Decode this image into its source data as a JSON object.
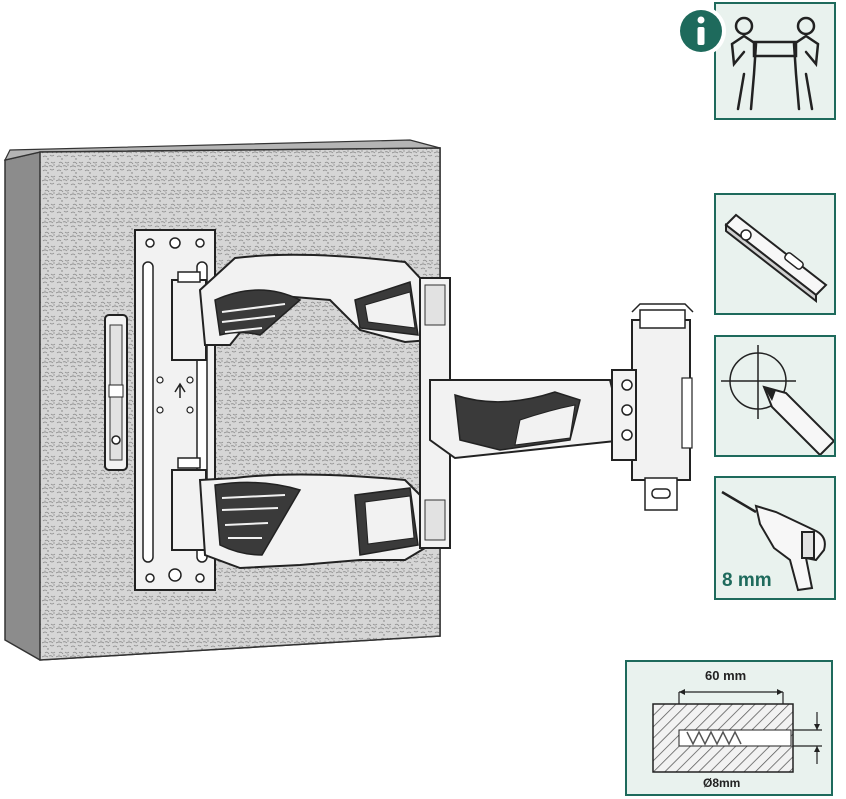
{
  "colors": {
    "accent": "#1e6a5c",
    "panel_bg": "#e9f2ee",
    "wall_face": "#d9d9d9",
    "wall_side": "#8c8c8c",
    "wall_top": "#b5b5b5",
    "metal": "#f2f2f2",
    "outline": "#222222"
  },
  "icons": {
    "info": "info-icon",
    "two_person": "two-person-lift-icon",
    "level": "spirit-level-icon",
    "marker": "pencil-mark-icon",
    "drill": "power-drill-icon",
    "anchor": "wall-anchor-cross-section-icon"
  },
  "labels": {
    "drill_size": "8 mm",
    "anchor_depth": "60 mm",
    "anchor_diameter": "Ø8mm"
  }
}
